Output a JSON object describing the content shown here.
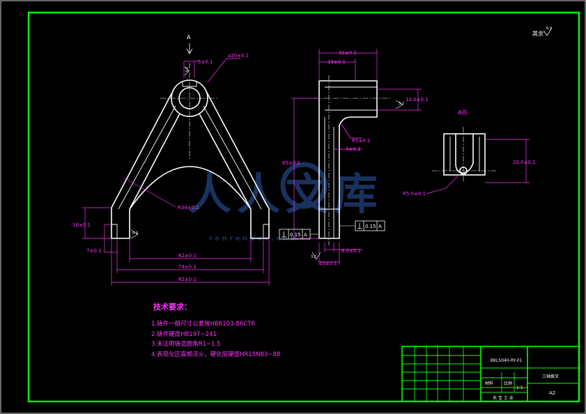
{
  "colors": {
    "background": "#000000",
    "frame": "#00ff00",
    "part": "#ffffff",
    "dimension": "#ff33ff",
    "watermark": "#1e3a6e"
  },
  "roughness": {
    "label": "其余",
    "value": "6.3"
  },
  "section_label": "A",
  "view_label": "A向",
  "dims": {
    "d1": "5±0.1",
    "d2": "⌀20±0.1",
    "d3": "31±0.1",
    "d4": "19±0.1",
    "d5": "12.0±0.1",
    "d6": "R5±0.1",
    "d7": "4±0.1",
    "d8": "65±0.1",
    "d9": "R34±0.1",
    "d10": "16±0.1",
    "d11": "7±0.1",
    "d12": "62±0.1",
    "d13": "74±0.1",
    "d14": "82±0.1",
    "d15": "6.0±0.1",
    "d16": "10±0.1",
    "d17": "20.0±0.1",
    "d18": "R5.0±0.1"
  },
  "roughness_marks": {
    "r1": "3.2",
    "r2": "6.3",
    "r3": "3.2",
    "r4": "3.2"
  },
  "tolerances": {
    "t1_value": "0.15",
    "t1_datum": "A",
    "t2_value": "0.15",
    "t2_datum": "A"
  },
  "watermark": {
    "text": "人人文库",
    "url": "r e n r e n d o c . c o m"
  },
  "tech": {
    "title": "技术要求：",
    "items": [
      "1.铸件一般尺寸公差按HB6103-86CT6",
      "2.铸件硬度HB197~241",
      "3.未注明铸造圆角R1~1.5",
      "4.表现化区高频淬火，硬化层硬度HR15N83~88"
    ]
  },
  "title_block": {
    "drawing_no": "BKL5040-RY-01",
    "part_name": "三轴拨叉",
    "sheet_size": "A2",
    "material": "材料",
    "scale_label": "比例",
    "scale": "1:1",
    "company": "天 宝 工 业"
  }
}
